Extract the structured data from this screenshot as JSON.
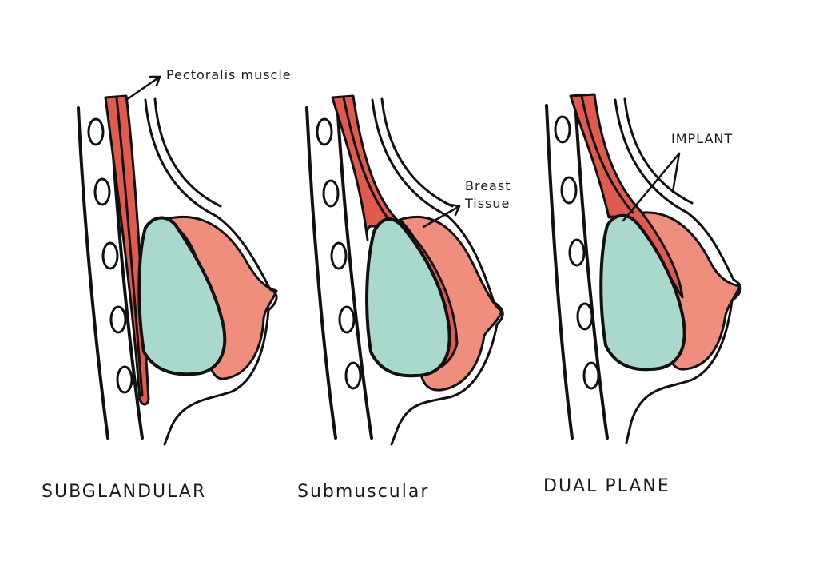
{
  "labels": {
    "pectoralis": "Pectoralis muscle",
    "breast_tissue_line1": "Breast",
    "breast_tissue_line2": "Tissue",
    "implant": "IMPLANT"
  },
  "captions": {
    "subglandular": "SUBGLANDULAR",
    "submuscular": "Submuscular",
    "dual_plane": "DUAL PLANE"
  },
  "colors": {
    "muscle": "#e05a4e",
    "breast_tissue": "#ef8e7c",
    "implant": "#a9d8cc",
    "outline": "#111111"
  }
}
